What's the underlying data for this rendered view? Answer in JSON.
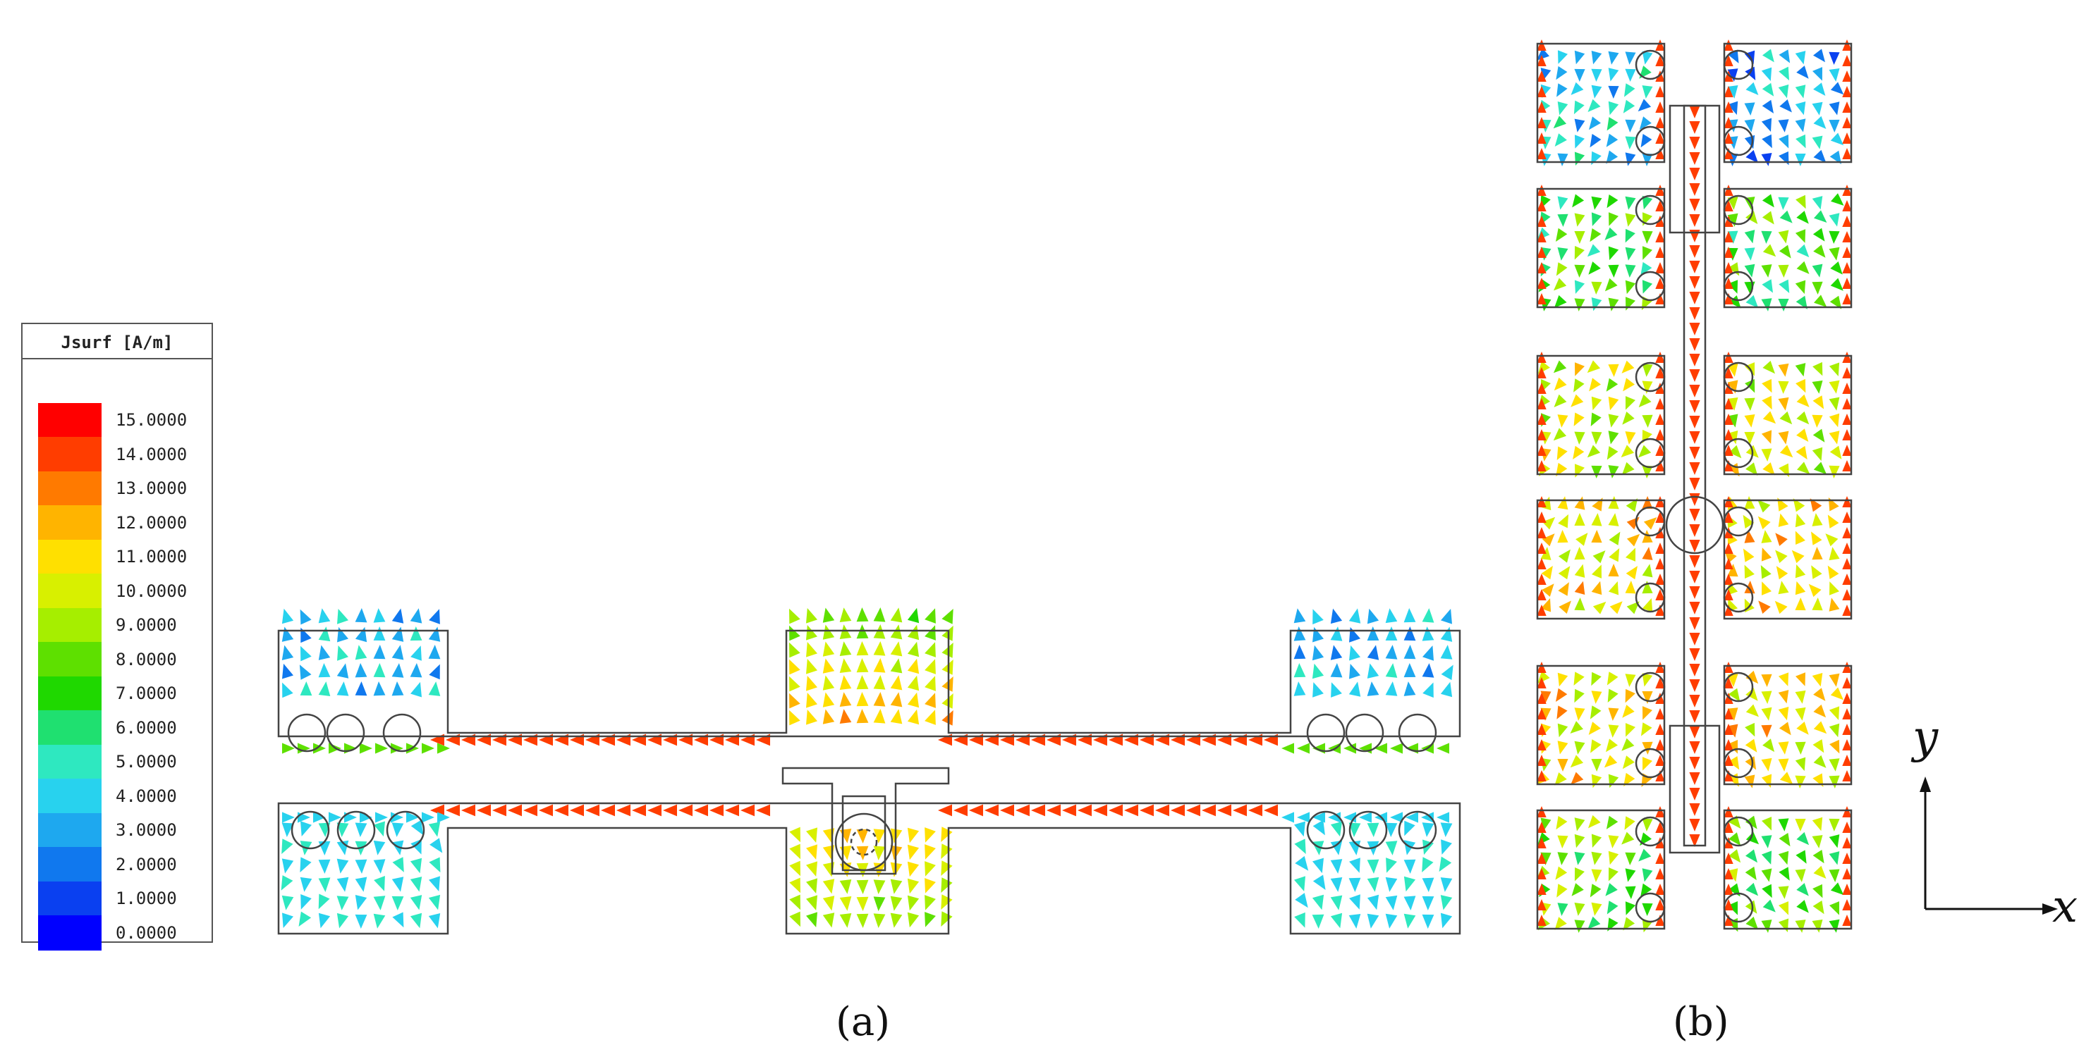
{
  "legend": {
    "title": "Jsurf [A/m]",
    "ticks": [
      "15.0000",
      "14.0000",
      "13.0000",
      "12.0000",
      "11.0000",
      "10.0000",
      "9.0000",
      "8.0000",
      "7.0000",
      "6.0000",
      "5.0000",
      "4.0000",
      "3.0000",
      "2.0000",
      "1.0000",
      "0.0000"
    ],
    "colors": [
      "#ff0000",
      "#ff3d00",
      "#ff7a00",
      "#ffb400",
      "#ffe000",
      "#d8f000",
      "#a6ee00",
      "#5ee000",
      "#1fd800",
      "#1fe070",
      "#2ee8c0",
      "#28d2ee",
      "#1ea8ef",
      "#1078ee",
      "#0a40f0",
      "#0000ff"
    ]
  },
  "captions": {
    "a": "(a)",
    "b": "(b)"
  },
  "axes": {
    "x_label": "x",
    "y_label": "y"
  }
}
